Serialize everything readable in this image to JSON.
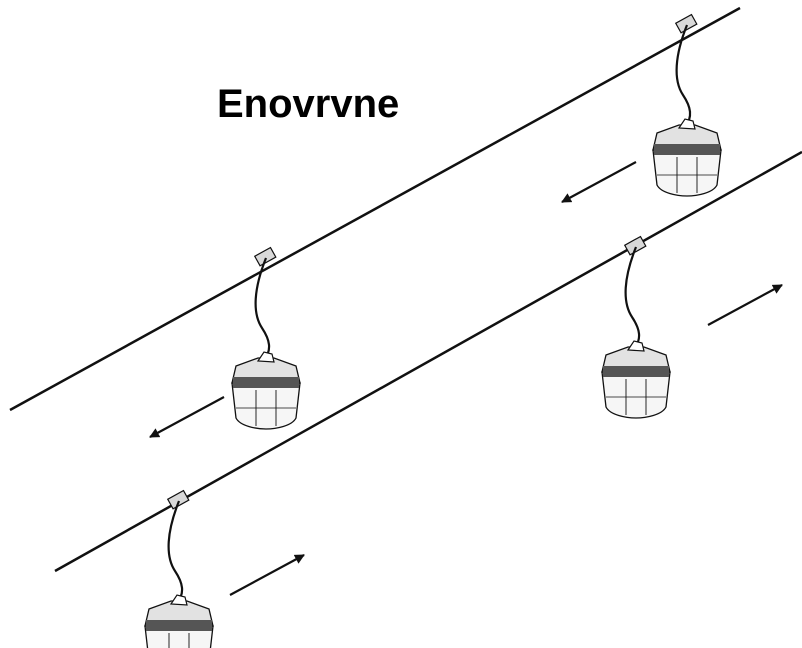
{
  "title": "Enovrvne",
  "colors": {
    "line": "#111111",
    "cabin_fill": "#f6f6f6",
    "cabin_top": "#e2e2e2",
    "cabin_window": "#555555",
    "grip_fill": "#d9d9d9"
  },
  "cables": [
    {
      "name": "upper-cable",
      "direction": "left"
    },
    {
      "name": "lower-cable",
      "direction": "right"
    }
  ],
  "cabins": [
    {
      "name": "cabin-upper-right",
      "cable": "upper-cable",
      "travel": "left"
    },
    {
      "name": "cabin-upper-left",
      "cable": "upper-cable",
      "travel": "left"
    },
    {
      "name": "cabin-lower-right",
      "cable": "lower-cable",
      "travel": "right"
    },
    {
      "name": "cabin-lower-left",
      "cable": "lower-cable",
      "travel": "right"
    }
  ],
  "arrows": [
    {
      "name": "arrow-upper-right",
      "icon": "arrow-left-icon"
    },
    {
      "name": "arrow-upper-left",
      "icon": "arrow-left-icon"
    },
    {
      "name": "arrow-lower-right",
      "icon": "arrow-right-icon"
    },
    {
      "name": "arrow-lower-left",
      "icon": "arrow-right-icon"
    }
  ]
}
